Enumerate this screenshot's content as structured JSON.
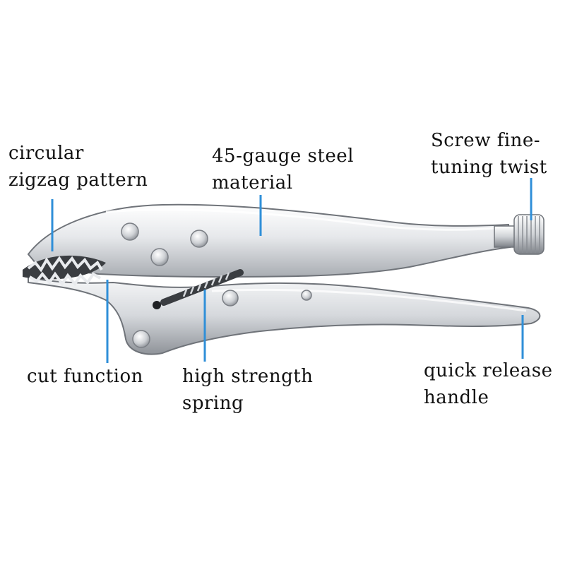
{
  "annotations": {
    "zigzag": {
      "lines": [
        "circular",
        "zigzag pattern"
      ]
    },
    "steel": {
      "lines": [
        "45-gauge steel",
        "material"
      ]
    },
    "screw": {
      "lines": [
        "Screw fine-",
        "tuning twist"
      ]
    },
    "cut": {
      "lines": [
        "cut function"
      ]
    },
    "spring": {
      "lines": [
        "high strength",
        "spring"
      ]
    },
    "release": {
      "lines": [
        "quick release",
        "handle"
      ]
    }
  },
  "colors": {
    "leader_line": "#2f8fd8",
    "steel_light": "#f3f4f6",
    "steel_mid": "#c9ccd1",
    "steel_dark": "#8a8e94",
    "text": "#111111"
  },
  "icons": [
    "locking-pliers-photo"
  ]
}
